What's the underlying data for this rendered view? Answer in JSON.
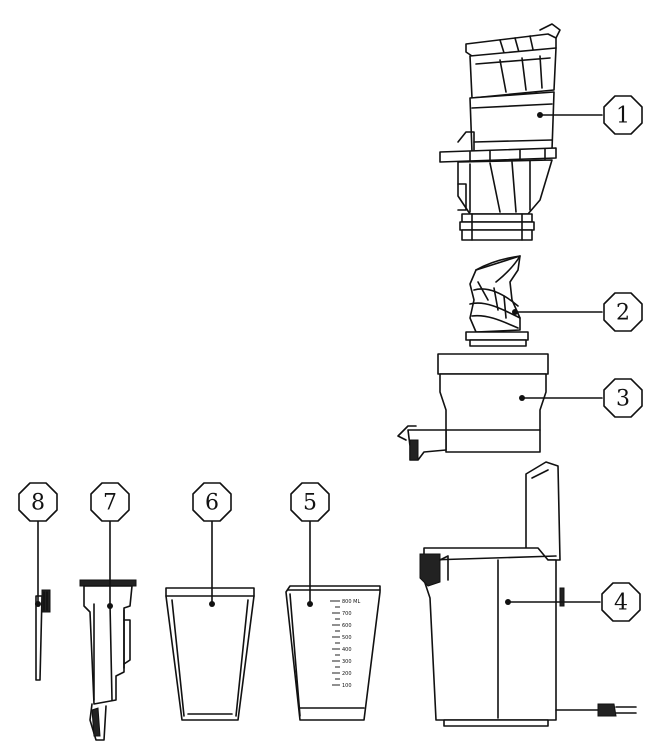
{
  "diagram": {
    "callouts": [
      {
        "id": "part-1",
        "number": "1"
      },
      {
        "id": "part-2",
        "number": "2"
      },
      {
        "id": "part-3",
        "number": "3"
      },
      {
        "id": "part-4",
        "number": "4"
      },
      {
        "id": "part-5",
        "number": "5"
      },
      {
        "id": "part-6",
        "number": "6"
      },
      {
        "id": "part-7",
        "number": "7"
      },
      {
        "id": "part-8",
        "number": "8"
      }
    ],
    "measuring_cup_scale": [
      "800 ML",
      "700",
      "600",
      "500",
      "400",
      "300",
      "200",
      "100"
    ]
  }
}
